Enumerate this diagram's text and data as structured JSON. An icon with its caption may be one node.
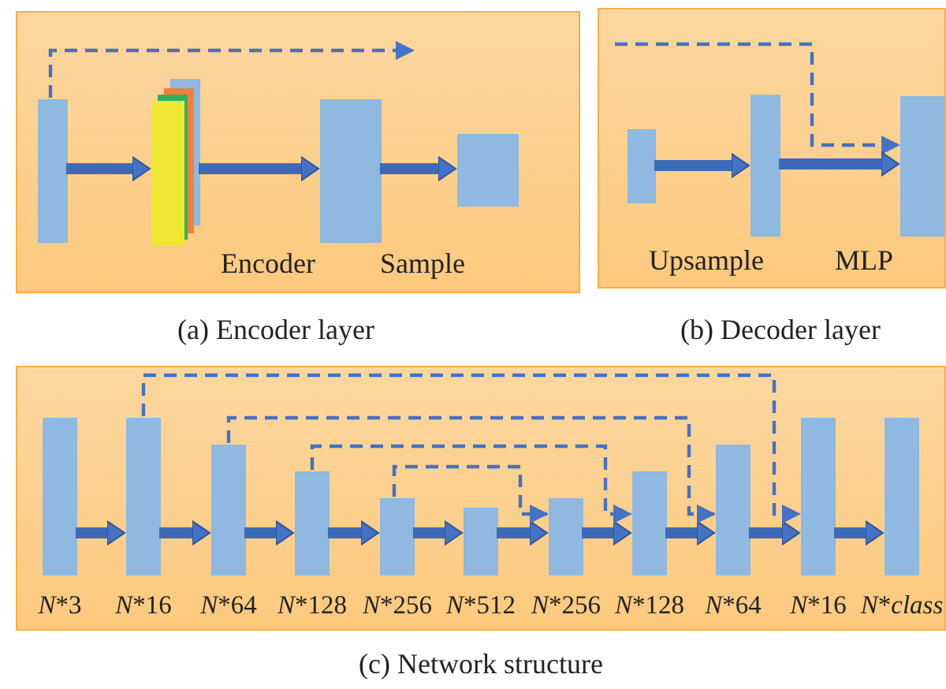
{
  "diagram": {
    "nodes": [
      {
        "text": [],
        "shape": "box"
      },
      {
        "text": [],
        "shape": "bar",
        "in": 0
      },
      {
        "text": [],
        "shape": "bar",
        "in": 0
      },
      {
        "text": [],
        "shape": "bar",
        "in": 0
      },
      {
        "text": [],
        "shape": "bar",
        "in": 0
      },
      {
        "text": [],
        "shape": "box"
      },
      {
        "text": [],
        "shape": "bar",
        "in": 5
      },
      {
        "text": [],
        "shape": "bar",
        "in": 5
      },
      {
        "text": [],
        "shape": "bar",
        "in": 5
      },
      {
        "text": [],
        "shape": "box"
      },
      {
        "text": [],
        "shape": "bar",
        "in": 9,
        "beside": [
          "N*3"
        ]
      },
      {
        "text": [],
        "shape": "bar",
        "in": 9,
        "beside": [
          "N*16"
        ]
      },
      {
        "text": [],
        "shape": "bar",
        "in": 9,
        "beside": [
          "N*64"
        ]
      },
      {
        "text": [],
        "shape": "bar",
        "in": 9,
        "beside": [
          "N*128"
        ]
      },
      {
        "text": [],
        "shape": "bar",
        "in": 9,
        "beside": [
          "N*256"
        ]
      },
      {
        "text": [],
        "shape": "bar",
        "in": 9,
        "beside": [
          "N*512"
        ]
      },
      {
        "text": [],
        "shape": "bar",
        "in": 9,
        "beside": [
          "N*256"
        ]
      },
      {
        "text": [],
        "shape": "bar",
        "in": 9,
        "beside": [
          "N*128"
        ]
      },
      {
        "text": [],
        "shape": "bar",
        "in": 9,
        "beside": [
          "N*64"
        ]
      },
      {
        "text": [],
        "shape": "bar",
        "in": 9,
        "beside": [
          "N*16"
        ]
      },
      {
        "text": [],
        "shape": "bar",
        "in": 9,
        "beside": [
          "N*class"
        ]
      }
    ],
    "edges": [
      {
        "from": 1,
        "to": null,
        "arrow": "to",
        "style": "dashed"
      },
      {
        "from": 1,
        "to": 2,
        "arrow": "to"
      },
      {
        "from": 2,
        "to": 3,
        "arrow": "to",
        "label": "Encoder"
      },
      {
        "from": 3,
        "to": 4,
        "arrow": "to",
        "label": "Sample"
      },
      {
        "from": null,
        "to": 8,
        "arrow": "to",
        "style": "dashed"
      },
      {
        "from": 6,
        "to": 7,
        "arrow": "to",
        "label": "Upsample"
      },
      {
        "from": 7,
        "to": 8,
        "arrow": "to",
        "label": "MLP"
      },
      {
        "from": 10,
        "to": 11,
        "arrow": "to"
      },
      {
        "from": 11,
        "to": 12,
        "arrow": "to"
      },
      {
        "from": 12,
        "to": 13,
        "arrow": "to"
      },
      {
        "from": 13,
        "to": 14,
        "arrow": "to"
      },
      {
        "from": 14,
        "to": 15,
        "arrow": "to"
      },
      {
        "from": 15,
        "to": 16,
        "arrow": "to"
      },
      {
        "from": 16,
        "to": 17,
        "arrow": "to"
      },
      {
        "from": 17,
        "to": 18,
        "arrow": "to"
      },
      {
        "from": 18,
        "to": 19,
        "arrow": "to"
      },
      {
        "from": 19,
        "to": 20,
        "arrow": "to"
      },
      {
        "from": 11,
        "to": 19,
        "arrow": "to",
        "style": "dashed"
      },
      {
        "from": 12,
        "to": 18,
        "arrow": "to",
        "style": "dashed"
      },
      {
        "from": 13,
        "to": 17,
        "arrow": "to",
        "style": "dashed"
      },
      {
        "from": 14,
        "to": 16,
        "arrow": "to",
        "style": "dashed"
      }
    ],
    "labels": [
      "(a) Encoder layer",
      "(b) Decoder layer",
      "(c) Network structure"
    ]
  }
}
